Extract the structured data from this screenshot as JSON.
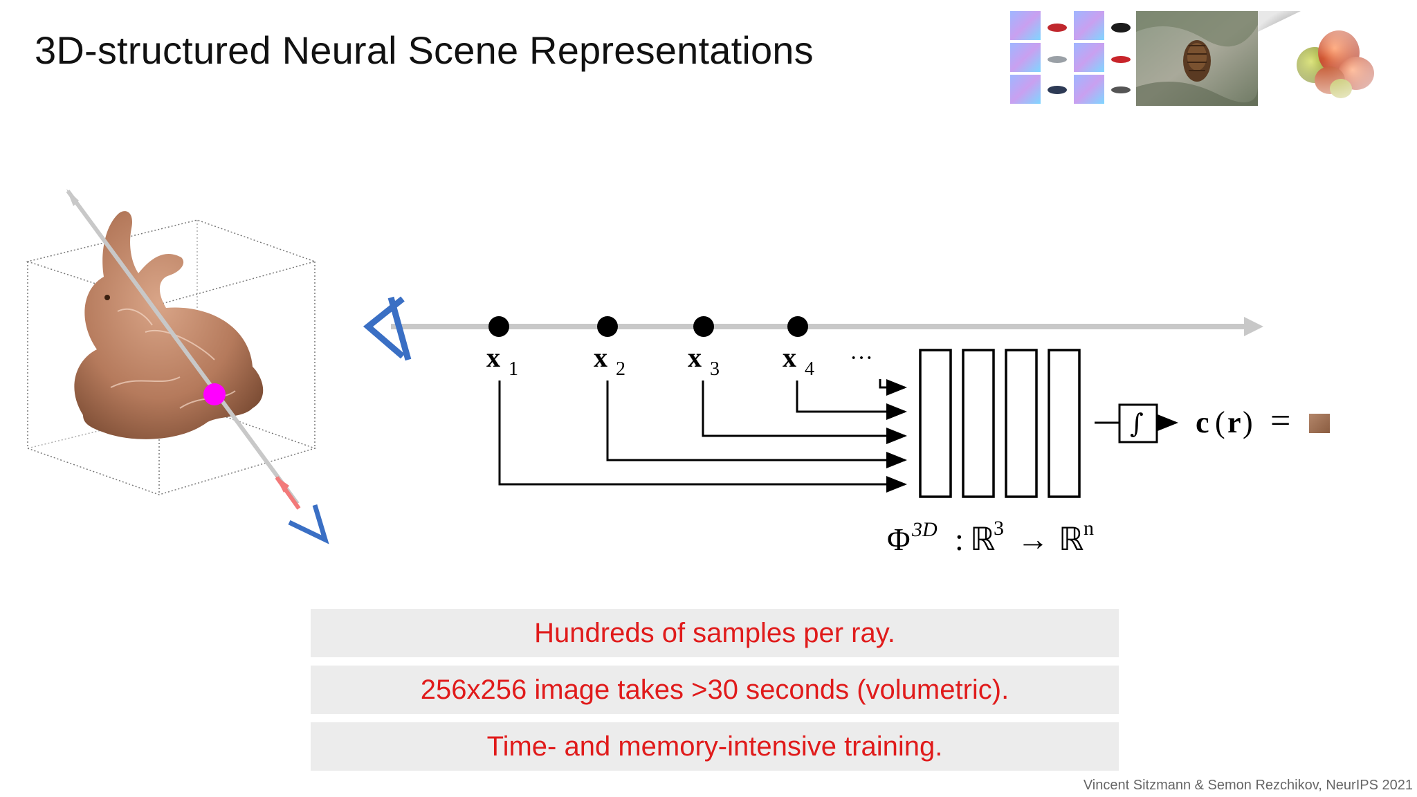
{
  "title": "3D-structured Neural Scene Representations",
  "thumbnails": [
    {
      "name": "normal-map-cars-grid"
    },
    {
      "name": "pinecone-photo"
    },
    {
      "name": "fruit-photo"
    }
  ],
  "diagram": {
    "samples": [
      {
        "base": "x",
        "sub": "1"
      },
      {
        "base": "x",
        "sub": "2"
      },
      {
        "base": "x",
        "sub": "3"
      },
      {
        "base": "x",
        "sub": "4"
      }
    ],
    "ellipsis": "···",
    "network_formula": {
      "phi": "Φ",
      "sup": "3D",
      "colon": ":",
      "domain": "ℝ",
      "domain_sup": "3",
      "arrow": "→",
      "codomain": "ℝ",
      "codomain_sup": "n"
    },
    "integral": "∫",
    "output": {
      "c": "c",
      "lparen": "(",
      "r": "r",
      "rparen": ")",
      "eq": "="
    },
    "colors": {
      "ray": "#c8c8c8",
      "camera": "#3a6fc4",
      "sample": "#000000",
      "hit_point": "#ff00ff",
      "ray_segment": "#f27a7a",
      "swatch": "#a67752"
    }
  },
  "callouts": [
    {
      "text": "Hundreds of samples per ray."
    },
    {
      "text": "256x256 image takes >30 seconds (volumetric)."
    },
    {
      "text": "Time- and memory-intensive training."
    }
  ],
  "callout_color": "#e01b1b",
  "credit": "Vincent Sitzmann & Semon Rezchikov, NeurIPS 2021"
}
